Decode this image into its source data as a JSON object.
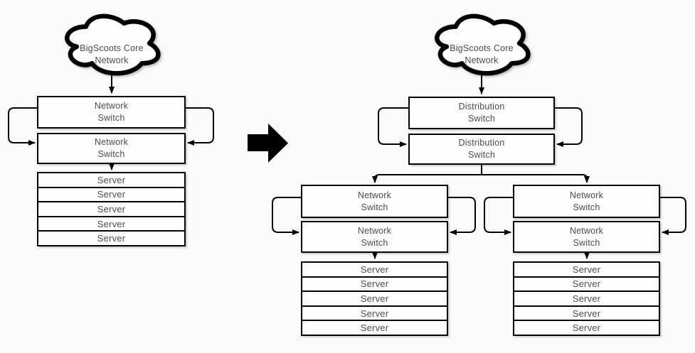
{
  "before": {
    "cloud": {
      "label": "BigScoots Core\nNetwork"
    },
    "switches": [
      {
        "label": "Network\nSwitch"
      },
      {
        "label": "Network\nSwitch"
      }
    ],
    "servers": [
      "Server",
      "Server",
      "Server",
      "Server",
      "Server"
    ]
  },
  "after": {
    "cloud": {
      "label": "BigScoots Core\nNetwork"
    },
    "distribution_switches": [
      {
        "label": "Distribution\nSwitch"
      },
      {
        "label": "Distribution\nSwitch"
      }
    ],
    "branches": [
      {
        "switches": [
          {
            "label": "Network\nSwitch"
          },
          {
            "label": "Network\nSwitch"
          }
        ],
        "servers": [
          "Server",
          "Server",
          "Server",
          "Server",
          "Server"
        ]
      },
      {
        "switches": [
          {
            "label": "Network\nSwitch"
          },
          {
            "label": "Network\nSwitch"
          }
        ],
        "servers": [
          "Server",
          "Server",
          "Server",
          "Server",
          "Server"
        ]
      }
    ]
  },
  "icons": {
    "transition_arrow": "right-arrow-icon",
    "cloud": "cloud-icon",
    "arrowhead": "arrowhead-icon"
  },
  "colors": {
    "background": "#fafafa",
    "box_fill": "#fdfdfd",
    "stroke": "#000000",
    "text": "#4d4d4d"
  }
}
